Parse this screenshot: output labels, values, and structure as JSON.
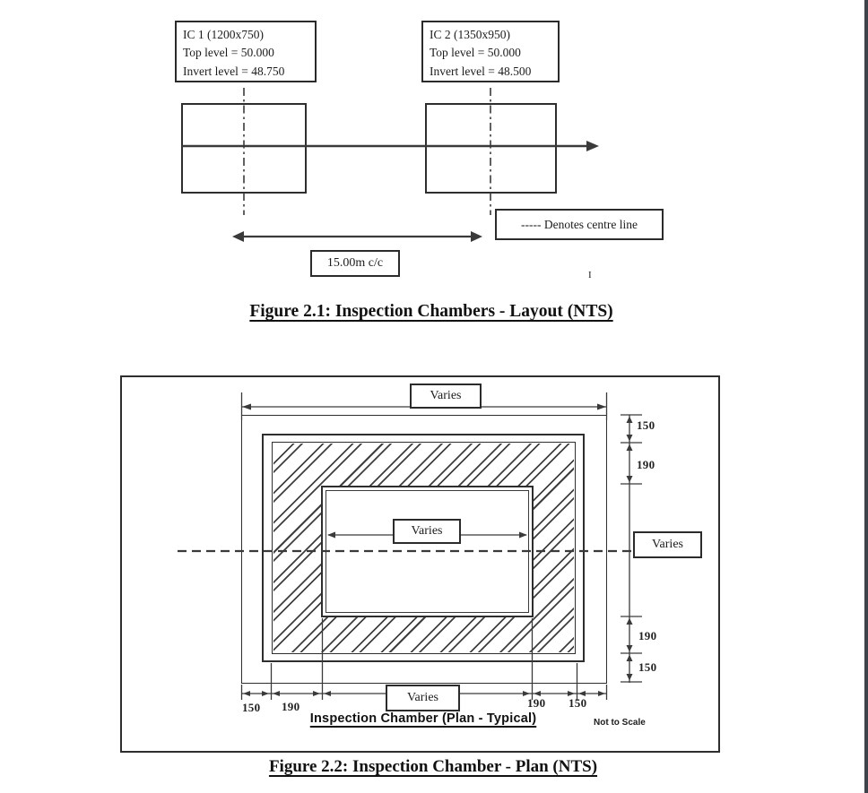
{
  "colors": {
    "line": "#3a3a3a",
    "window_edge_stripe": "#3d434a"
  },
  "figure1": {
    "ic1_lines": [
      "IC 1 (1200x750)",
      "Top level = 50.000",
      "Invert level = 48.750"
    ],
    "ic2_lines": [
      "IC 2 (1350x950)",
      "Top level = 50.000",
      "Invert level = 48.500"
    ],
    "dim_label": "15.00m c/c",
    "legend_label": "----- Denotes centre line",
    "stray_mark": "I",
    "caption": "Figure 2.1: Inspection Chambers - Layout (NTS)"
  },
  "figure2": {
    "dim_varies_top": "Varies",
    "dim_varies_inner": "Varies",
    "dim_varies_right": "Varies",
    "dim_varies_bottom": "Varies",
    "right_dims": [
      "150",
      "190",
      "190",
      "150"
    ],
    "bottom_dims": [
      "150",
      "190",
      "190",
      "150"
    ],
    "plan_caption": "Inspection Chamber (Plan - Typical)",
    "scale_note": "Not to Scale",
    "caption": "Figure 2.2: Inspection Chamber - Plan (NTS)"
  }
}
